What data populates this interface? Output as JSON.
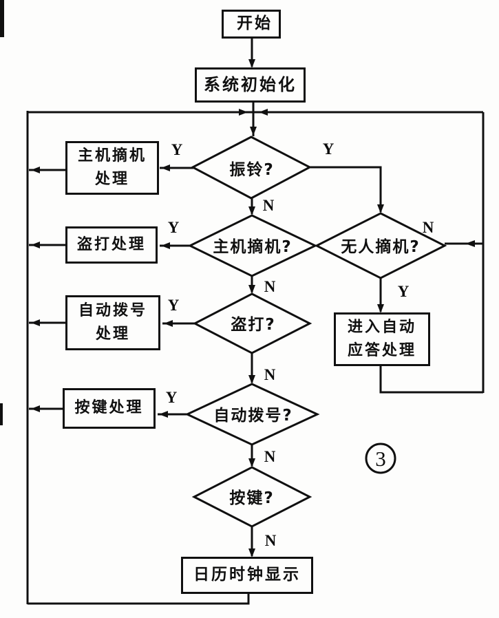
{
  "branch": {
    "yes": "Y",
    "no": "N"
  },
  "figure_number": "3",
  "nodes": {
    "start": {
      "label": "开始"
    },
    "init": {
      "label": "系统初始化"
    },
    "ring": {
      "label": "振铃?"
    },
    "host_offhook_proc": {
      "line1": "主机摘机",
      "line2": "处理"
    },
    "host_offhook": {
      "label": "主机摘机?"
    },
    "theft_proc": {
      "label": "盗打处理"
    },
    "no_answer": {
      "label": "无人摘机?"
    },
    "auto_answer_proc": {
      "line1": "进入自动",
      "line2": "应答处理"
    },
    "theft": {
      "label": "盗打?"
    },
    "autodial_proc": {
      "line1": "自动拨号",
      "line2": "处理"
    },
    "autodial": {
      "label": "自动拨号?"
    },
    "key_proc": {
      "label": "按键处理"
    },
    "key": {
      "label": "按键?"
    },
    "clock_display": {
      "label": "日历时钟显示"
    }
  }
}
